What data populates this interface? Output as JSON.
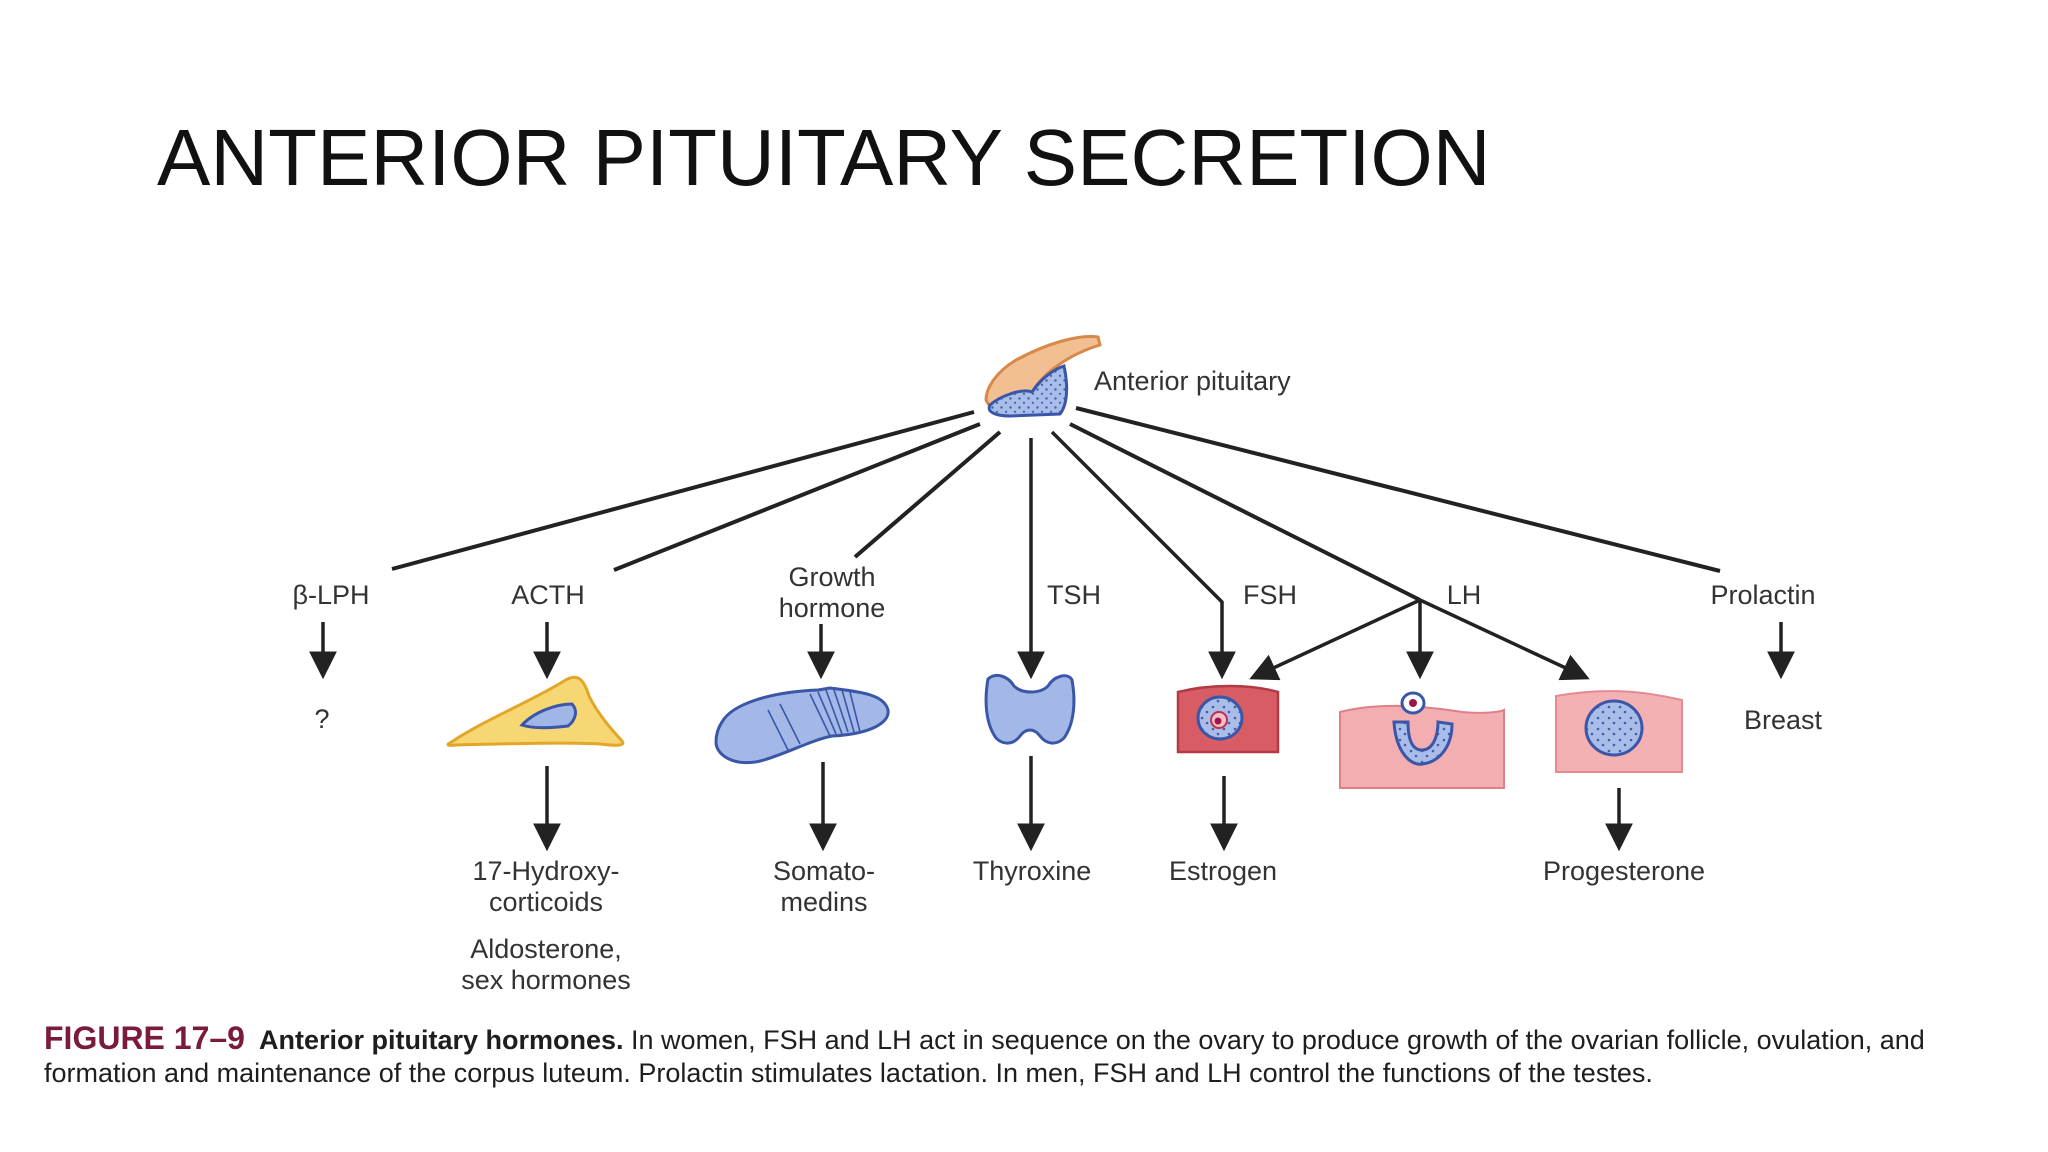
{
  "slide": {
    "title": "ANTERIOR PITUITARY SECRETION"
  },
  "diagram": {
    "source_label": "Anterior pituitary",
    "hormones": {
      "b_lph": "β-LPH",
      "acth": "ACTH",
      "gh_line1": "Growth",
      "gh_line2": "hormone",
      "tsh": "TSH",
      "fsh": "FSH",
      "lh": "LH",
      "prolactin": "Prolactin"
    },
    "targets": {
      "b_lph_target": "?",
      "prolactin_target": "Breast"
    },
    "products": {
      "acth_line1": "17-Hydroxy-",
      "acth_line2": "corticoids",
      "acth_line3": "Aldosterone,",
      "acth_line4": "sex hormones",
      "gh_line1": "Somato-",
      "gh_line2": "medins",
      "tsh": "Thyroxine",
      "fsh": "Estrogen",
      "lh": "Progesterone"
    },
    "icons": [
      "pituitary-gland-icon",
      "adrenal-cell-icon",
      "liver-icon",
      "thyroid-icon",
      "ovarian-follicle-icon",
      "ovulation-icon",
      "corpus-luteum-icon"
    ]
  },
  "caption": {
    "figure_number": "FIGURE 17–9",
    "title": "Anterior pituitary hormones.",
    "text": "In women, FSH and LH act in sequence on the ovary to produce growth of the ovarian follicle, ovulation, and formation and maintenance of the corpus luteum. Prolactin stimulates lactation. In men, FSH and LH control the functions of the testes."
  }
}
